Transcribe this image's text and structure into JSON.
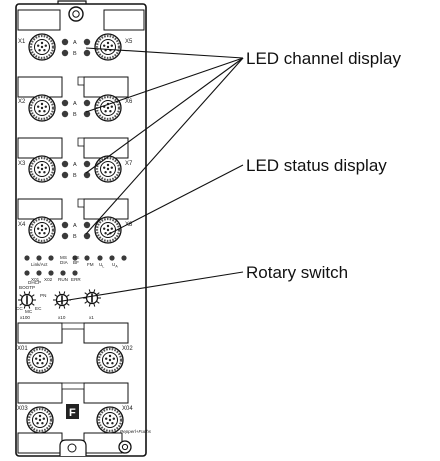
{
  "callouts": {
    "channel": "LED channel display",
    "status": "LED status display",
    "rotary": "Rotary switch"
  },
  "ports": {
    "x1": "X1",
    "x2": "X2",
    "x3": "X3",
    "x4": "X4",
    "x5": "X5",
    "x6": "X6",
    "x7": "X7",
    "x8": "X8",
    "x01": "X01",
    "x02": "X02",
    "x03": "X03",
    "x04": "X04"
  },
  "leds": {
    "a": "A",
    "b": "B"
  },
  "status_labels": {
    "link_act": "Link/Act",
    "ms_dia": [
      "MS",
      "DIA"
    ],
    "ns_bf": [
      "NS",
      "BF"
    ],
    "fm": "FM",
    "ul": "U",
    "ul_sub": "L",
    "ua": "U",
    "ua_sub": "A",
    "x01": "X01",
    "x02": "X02",
    "run": "RUN",
    "err": "ERR"
  },
  "switch_labels": {
    "cc": "CC",
    "mc": "MC",
    "ec": "EC",
    "dhcp": "DHCP",
    "bootp": "BOOTP",
    "pn": "PN",
    "x100": "x100",
    "x10": "x10",
    "x1": "x1"
  },
  "brand": "Pepperl+Fuchs",
  "logo_mark": "F",
  "colors": {
    "body": "#ffffff",
    "stroke": "#111111",
    "led": "#3a3a3a",
    "connector_ring": "#555555"
  }
}
